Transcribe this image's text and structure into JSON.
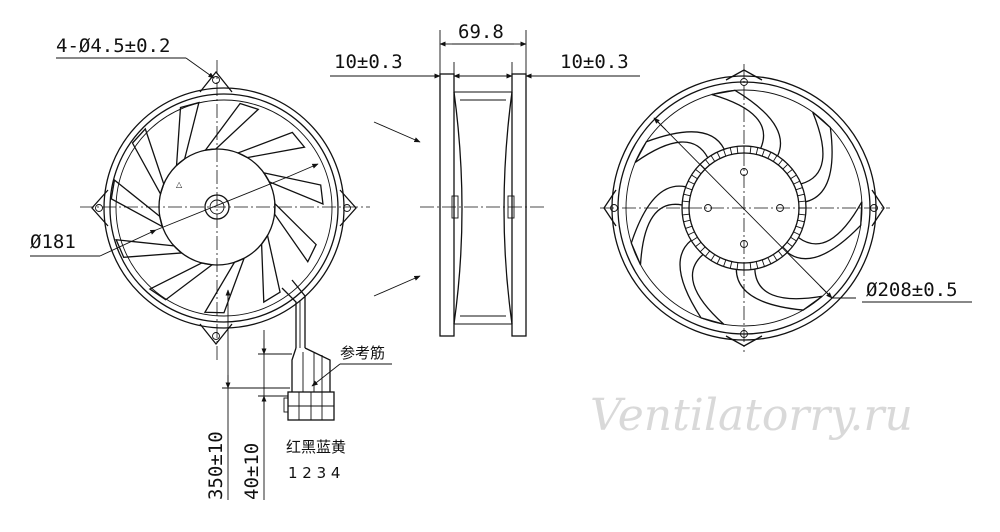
{
  "dimensions": {
    "mounting_holes": "4-Ø4.5±0.2",
    "frame_diameter": "Ø181",
    "depth": "69.8",
    "flange_left": "10±0.3",
    "flange_right": "10±0.3",
    "outer_diameter": "Ø208±0.5",
    "cable_length": "350±10",
    "strip_length": "40±10"
  },
  "labels": {
    "reference_rib": "参考筋",
    "wire_colors": "红黑蓝黄",
    "pin_numbers": "1 2 3 4"
  },
  "watermark": "Ventilatorry.ru",
  "colors": {
    "line": "#111111",
    "background": "#ffffff",
    "watermark": "#d9d9d9"
  }
}
